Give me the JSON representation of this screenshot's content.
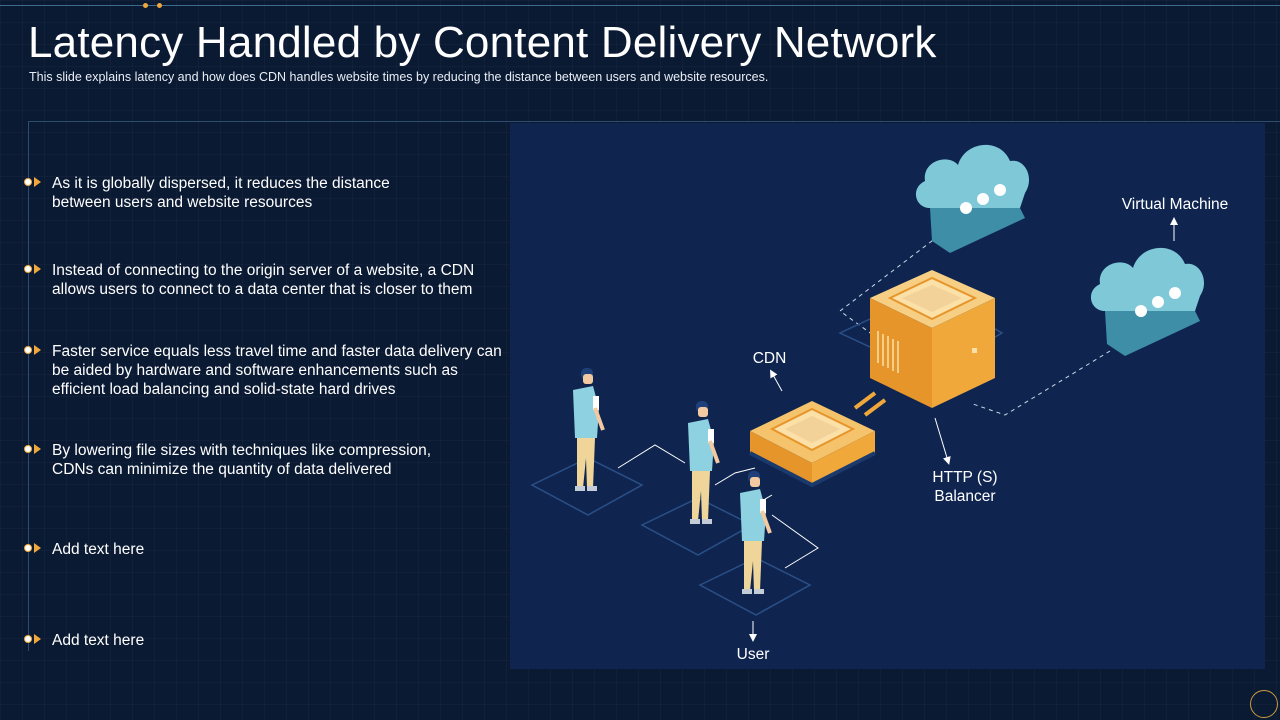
{
  "slide": {
    "title": "Latency Handled by Content Delivery Network",
    "subtitle": "This slide explains latency and how does CDN handles website times by reducing the distance between users and website resources."
  },
  "points": [
    "As it is globally dispersed, it reduces the distance between users and website resources",
    "Instead of connecting to the origin server of a website, a CDN allows users to connect to a data center that is closer to them",
    "Faster service equals less travel time and faster data delivery can be aided by hardware and software enhancements such as efficient load balancing and solid-state hard drives",
    "By lowering file sizes with techniques like compression, CDNs can minimize the quantity of data delivered",
    "Add text here",
    "Add text here"
  ],
  "diagram": {
    "cdn_label": "CDN",
    "virtual_machine_label": "Virtual Machine",
    "balancer_label_line1": "HTTP (S)",
    "balancer_label_line2": "Balancer",
    "user_label": "User"
  },
  "colors": {
    "background": "#0b1a33",
    "panel": "#0f2550",
    "accent": "#f0a83a",
    "cloud": "#7ec8d8"
  }
}
